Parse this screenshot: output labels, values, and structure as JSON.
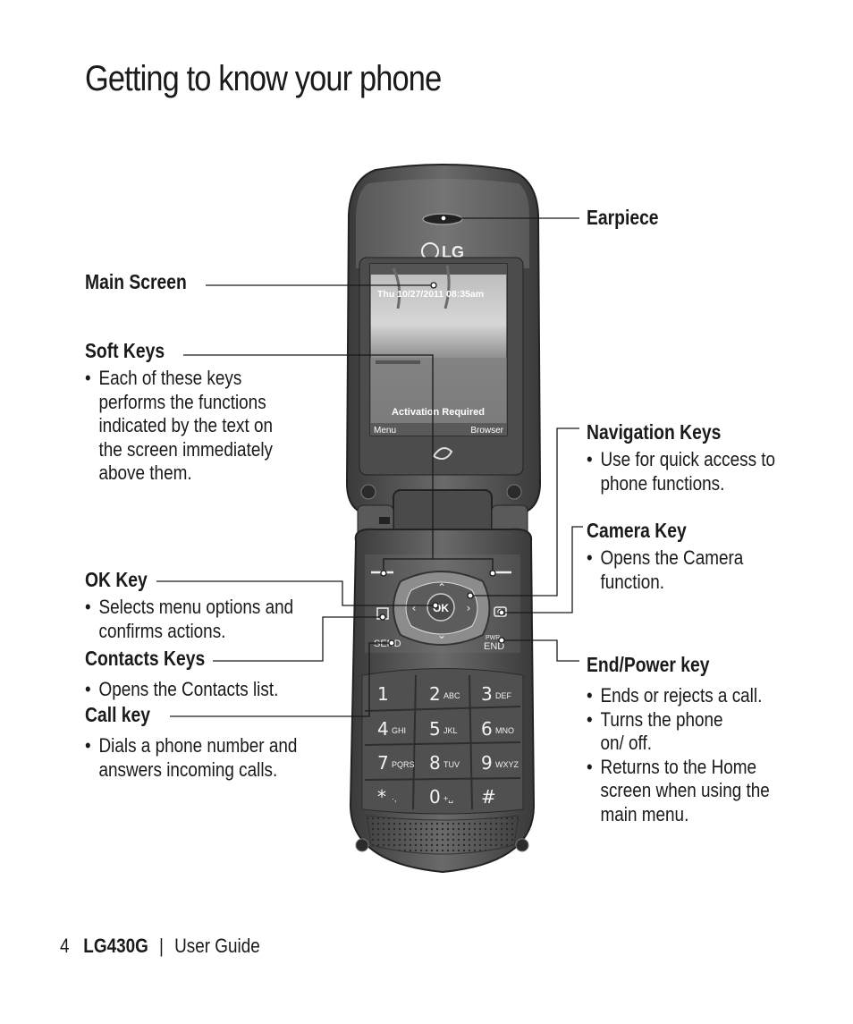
{
  "page": {
    "title": "Getting to know your phone"
  },
  "callouts": {
    "earpiece": {
      "title": "Earpiece",
      "bullets": []
    },
    "main_screen": {
      "title": "Main Screen",
      "bullets": []
    },
    "soft_keys": {
      "title": "Soft Keys",
      "bullets": [
        "Each of these keys performs the functions indicated by the text on the screen immediately above them."
      ]
    },
    "navigation_keys": {
      "title": "Navigation Keys",
      "bullets": [
        "Use for quick access to phone functions."
      ]
    },
    "camera_key": {
      "title": "Camera Key",
      "bullets": [
        "Opens the Camera function."
      ]
    },
    "ok_key": {
      "title": "OK Key",
      "bullets": [
        "Selects menu options and confirms actions."
      ]
    },
    "contacts_keys": {
      "title": "Contacts Keys",
      "bullets": [
        "Opens the Contacts list."
      ]
    },
    "call_key": {
      "title": "Call key",
      "bullets": [
        "Dials a phone number and answers incoming calls."
      ]
    },
    "end_power_key": {
      "title": "End/Power key",
      "bullets": [
        "Ends or rejects a call.",
        "Turns the phone on/ off.",
        "Returns to the Home screen when using the main menu."
      ]
    }
  },
  "phone": {
    "brand": "LG",
    "screen": {
      "date_time": "Thu 10/27/2011  08:35am",
      "status": "Activation Required",
      "softkey_left": "Menu",
      "softkey_right": "Browser"
    },
    "keys": {
      "ok": "OK",
      "send": "SEND",
      "end_top": "PWR",
      "end": "END",
      "digits": [
        {
          "num": "1",
          "letters": ""
        },
        {
          "num": "2",
          "letters": "ABC"
        },
        {
          "num": "3",
          "letters": "DEF"
        },
        {
          "num": "4",
          "letters": "GHI"
        },
        {
          "num": "5",
          "letters": "JKL"
        },
        {
          "num": "6",
          "letters": "MNO"
        },
        {
          "num": "7",
          "letters": "PQRS"
        },
        {
          "num": "8",
          "letters": "TUV"
        },
        {
          "num": "9",
          "letters": "WXYZ"
        },
        {
          "num": "*",
          "letters": "·,"
        },
        {
          "num": "0",
          "letters": "+␣"
        },
        {
          "num": "#",
          "letters": ""
        }
      ]
    }
  },
  "footer": {
    "page_number": "4",
    "model": "LG430G",
    "separator": "|",
    "doc_title": "User Guide"
  }
}
